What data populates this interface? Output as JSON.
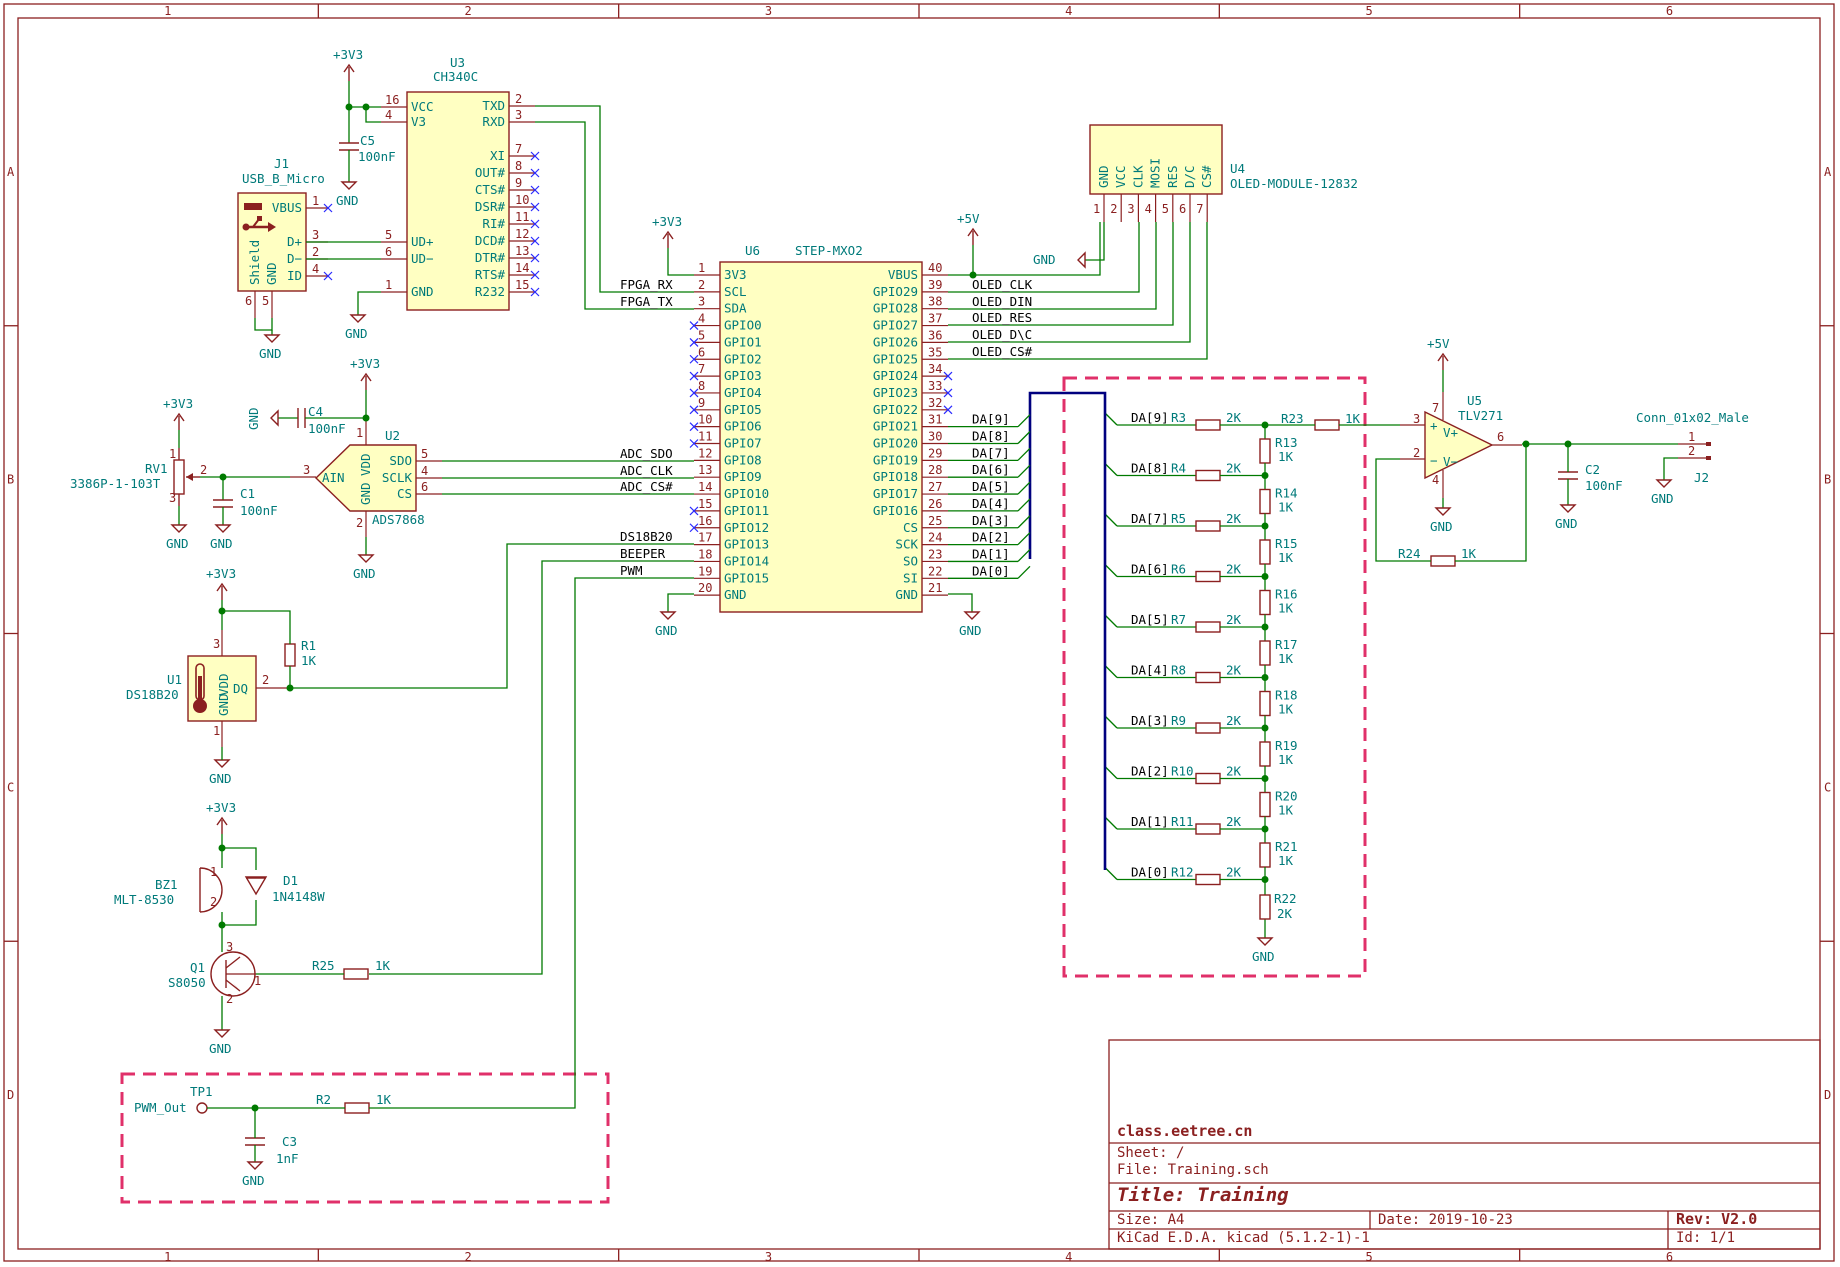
{
  "border": {
    "columns": [
      "1",
      "2",
      "3",
      "4",
      "5",
      "6"
    ],
    "rows": [
      "A",
      "B",
      "C",
      "D"
    ]
  },
  "title_block": {
    "company": "class.eetree.cn",
    "sheet": "Sheet: /",
    "file": "File: Training.sch",
    "title": "Title: Training",
    "size": "Size: A4",
    "date": "Date: 2019-10-23",
    "rev": "Rev: V2.0",
    "tool": "KiCad E.D.A.  kicad (5.1.2-1)-1",
    "id": "Id: 1/1"
  },
  "components": {
    "u3": {
      "ref": "U3",
      "value": "CH340C",
      "left_pins": [
        {
          "num": "16",
          "name": "VCC"
        },
        {
          "num": "4",
          "name": "V3"
        },
        {
          "num": "5",
          "name": "UD+"
        },
        {
          "num": "6",
          "name": "UD−"
        },
        {
          "num": "1",
          "name": "GND"
        }
      ],
      "right_pins": [
        {
          "num": "2",
          "name": "TXD"
        },
        {
          "num": "3",
          "name": "RXD"
        },
        {
          "num": "7",
          "name": "XI"
        },
        {
          "num": "8",
          "name": "OUT#"
        },
        {
          "num": "9",
          "name": "CTS#"
        },
        {
          "num": "10",
          "name": "DSR#"
        },
        {
          "num": "11",
          "name": "RI#"
        },
        {
          "num": "12",
          "name": "DCD#"
        },
        {
          "num": "13",
          "name": "DTR#"
        },
        {
          "num": "14",
          "name": "RTS#"
        },
        {
          "num": "15",
          "name": "R232"
        }
      ]
    },
    "j1": {
      "ref": "J1",
      "value": "USB_B_Micro",
      "pins": [
        {
          "num": "1",
          "name": "VBUS"
        },
        {
          "num": "3",
          "name": "D+"
        },
        {
          "num": "2",
          "name": "D−"
        },
        {
          "num": "4",
          "name": "ID"
        },
        {
          "num": "6",
          "name": "Shield"
        },
        {
          "num": "5",
          "name": "GND"
        }
      ]
    },
    "c5": {
      "ref": "C5",
      "value": "100nF"
    },
    "u6": {
      "ref": "U6",
      "value": "STEP-MXO2",
      "left_pins": [
        {
          "num": "1",
          "name": "3V3"
        },
        {
          "num": "2",
          "name": "SCL"
        },
        {
          "num": "3",
          "name": "SDA"
        },
        {
          "num": "4",
          "name": "GPIO0"
        },
        {
          "num": "5",
          "name": "GPIO1"
        },
        {
          "num": "6",
          "name": "GPIO2"
        },
        {
          "num": "7",
          "name": "GPIO3"
        },
        {
          "num": "8",
          "name": "GPIO4"
        },
        {
          "num": "9",
          "name": "GPIO5"
        },
        {
          "num": "10",
          "name": "GPIO6"
        },
        {
          "num": "11",
          "name": "GPIO7"
        },
        {
          "num": "12",
          "name": "GPIO8"
        },
        {
          "num": "13",
          "name": "GPIO9"
        },
        {
          "num": "14",
          "name": "GPIO10"
        },
        {
          "num": "15",
          "name": "GPIO11"
        },
        {
          "num": "16",
          "name": "GPIO12"
        },
        {
          "num": "17",
          "name": "GPIO13"
        },
        {
          "num": "18",
          "name": "GPIO14"
        },
        {
          "num": "19",
          "name": "GPIO15"
        },
        {
          "num": "20",
          "name": "GND"
        }
      ],
      "right_pins": [
        {
          "num": "40",
          "name": "VBUS"
        },
        {
          "num": "39",
          "name": "GPIO29"
        },
        {
          "num": "38",
          "name": "GPIO28"
        },
        {
          "num": "37",
          "name": "GPIO27"
        },
        {
          "num": "36",
          "name": "GPIO26"
        },
        {
          "num": "35",
          "name": "GPIO25"
        },
        {
          "num": "34",
          "name": "GPIO24"
        },
        {
          "num": "33",
          "name": "GPIO23"
        },
        {
          "num": "32",
          "name": "GPIO22"
        },
        {
          "num": "31",
          "name": "GPIO21"
        },
        {
          "num": "30",
          "name": "GPIO20"
        },
        {
          "num": "29",
          "name": "GPIO19"
        },
        {
          "num": "28",
          "name": "GPIO18"
        },
        {
          "num": "27",
          "name": "GPIO17"
        },
        {
          "num": "26",
          "name": "GPIO16"
        },
        {
          "num": "25",
          "name": "CS"
        },
        {
          "num": "24",
          "name": "SCK"
        },
        {
          "num": "23",
          "name": "SO"
        },
        {
          "num": "22",
          "name": "SI"
        },
        {
          "num": "21",
          "name": "GND"
        }
      ]
    },
    "u4": {
      "ref": "U4",
      "value": "OLED-MODULE-12832",
      "pins": [
        {
          "num": "1",
          "name": "GND"
        },
        {
          "num": "2",
          "name": "VCC"
        },
        {
          "num": "3",
          "name": "CLK"
        },
        {
          "num": "4",
          "name": "MOSI"
        },
        {
          "num": "5",
          "name": "RES"
        },
        {
          "num": "6",
          "name": "D/C"
        },
        {
          "num": "7",
          "name": "CS#"
        }
      ]
    },
    "u2": {
      "ref": "U2",
      "value": "ADS7868",
      "pins": [
        {
          "num": "3",
          "name": "AIN"
        },
        {
          "num": "5",
          "name": "SDO"
        },
        {
          "num": "4",
          "name": "SCLK"
        },
        {
          "num": "6",
          "name": "CS"
        },
        {
          "num": "1",
          "name": "VDD"
        },
        {
          "num": "2",
          "name": "GND"
        }
      ]
    },
    "c4": {
      "ref": "C4",
      "value": "100nF"
    },
    "rv1": {
      "ref": "RV1",
      "value": "3386P-1-103T",
      "pins": [
        "1",
        "2",
        "3"
      ]
    },
    "c1": {
      "ref": "C1",
      "value": "100nF"
    },
    "u1": {
      "ref": "U1",
      "value": "DS18B20",
      "pins": [
        {
          "num": "3",
          "name": "VDD"
        },
        {
          "num": "2",
          "name": "DQ"
        },
        {
          "num": "1",
          "name": "GND"
        }
      ]
    },
    "r1": {
      "ref": "R1",
      "value": "1K"
    },
    "bz1": {
      "ref": "BZ1",
      "value": "MLT-8530",
      "pins": [
        "1",
        "2"
      ]
    },
    "d1": {
      "ref": "D1",
      "value": "1N4148W"
    },
    "q1": {
      "ref": "Q1",
      "value": "S8050",
      "pins": [
        "3",
        "1",
        "2"
      ]
    },
    "r25": {
      "ref": "R25",
      "value": "1K"
    },
    "tp1": {
      "ref": "TP1",
      "value": "PWM_Out"
    },
    "r2": {
      "ref": "R2",
      "value": "1K"
    },
    "c3": {
      "ref": "C3",
      "value": "1nF"
    },
    "u5": {
      "ref": "U5",
      "value": "TLV271",
      "pins": [
        "3",
        "2",
        "6",
        "7",
        "4"
      ]
    },
    "r23": {
      "ref": "R23",
      "value": "1K"
    },
    "r24": {
      "ref": "R24",
      "value": "1K"
    },
    "c2": {
      "ref": "C2",
      "value": "100nF"
    },
    "j2": {
      "ref": "J2",
      "value": "Conn_01x02_Male",
      "pins": [
        "1",
        "2"
      ]
    },
    "r22": {
      "ref": "R22",
      "value": "2K"
    },
    "ladder": [
      {
        "net": "DA[9]",
        "ref": "R3",
        "value": "2K",
        "vref": "R13",
        "vval": "1K"
      },
      {
        "net": "DA[8]",
        "ref": "R4",
        "value": "2K",
        "vref": "R14",
        "vval": "1K"
      },
      {
        "net": "DA[7]",
        "ref": "R5",
        "value": "2K",
        "vref": "R15",
        "vval": "1K"
      },
      {
        "net": "DA[6]",
        "ref": "R6",
        "value": "2K",
        "vref": "R16",
        "vval": "1K"
      },
      {
        "net": "DA[5]",
        "ref": "R7",
        "value": "2K",
        "vref": "R17",
        "vval": "1K"
      },
      {
        "net": "DA[4]",
        "ref": "R8",
        "value": "2K",
        "vref": "R18",
        "vval": "1K"
      },
      {
        "net": "DA[3]",
        "ref": "R9",
        "value": "2K",
        "vref": "R19",
        "vval": "1K"
      },
      {
        "net": "DA[2]",
        "ref": "R10",
        "value": "2K",
        "vref": "R20",
        "vval": "1K"
      },
      {
        "net": "DA[1]",
        "ref": "R11",
        "value": "2K",
        "vref": "R21",
        "vval": "1K"
      },
      {
        "net": "DA[0]",
        "ref": "R12",
        "value": "2K",
        "vref": "",
        "vval": ""
      }
    ]
  },
  "nets": {
    "fpga_rx": "FPGA_RX",
    "fpga_tx": "FPGA_TX",
    "oled": [
      "OLED_CLK",
      "OLED_DIN",
      "OLED_RES",
      "OLED_D\\C",
      "OLED_CS#"
    ],
    "adc": [
      "ADC_SDO",
      "ADC_CLK",
      "ADC_CS#"
    ],
    "misc": [
      "DS18B20",
      "BEEPER",
      "PWM"
    ],
    "da": [
      "DA[9]",
      "DA[8]",
      "DA[7]",
      "DA[6]",
      "DA[5]",
      "DA[4]",
      "DA[3]",
      "DA[2]",
      "DA[1]",
      "DA[0]"
    ]
  },
  "power": {
    "v33": "+3V3",
    "v5": "+5V",
    "gnd": "GND"
  }
}
